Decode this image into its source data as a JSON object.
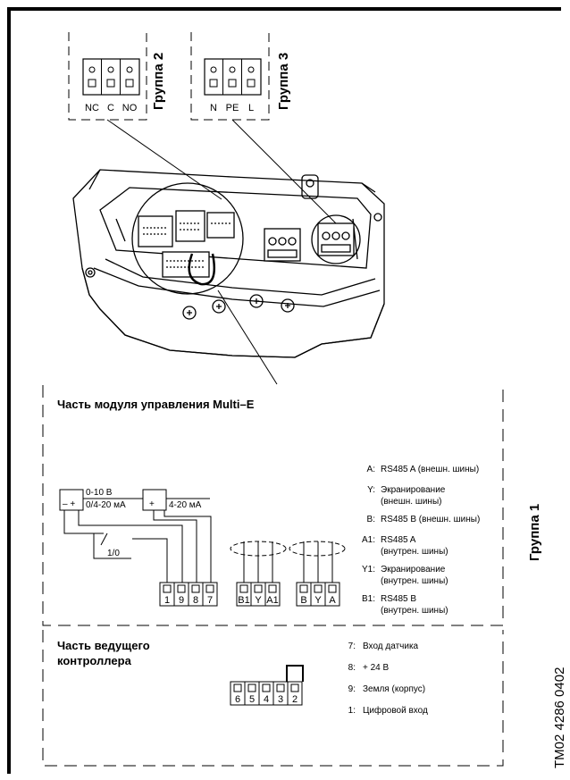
{
  "group2": {
    "label": "Группа 2",
    "terminals": [
      "NC",
      "C",
      "NO"
    ]
  },
  "group3": {
    "label": "Группа 3",
    "terminals": [
      "N",
      "PE",
      "L"
    ]
  },
  "group1": {
    "label": "Группа 1"
  },
  "multie_section": {
    "title": "Часть модуля управления Multi–E",
    "sensor_box_1": {
      "line1": "0-10 В",
      "line2": "0/4-20 мА",
      "polarity": "– +"
    },
    "sensor_box_2": {
      "line1": "4-20 мА",
      "polarity": "+"
    },
    "switch_label": "1/0",
    "terminal_block_1": [
      "1",
      "9",
      "8",
      "7"
    ],
    "terminal_block_2": [
      "B1",
      "Y",
      "A1"
    ],
    "terminal_block_3": [
      "B",
      "Y",
      "A"
    ],
    "legend": [
      {
        "key": "A:",
        "line1": "RS485 A (внешн. шины)",
        "line2": ""
      },
      {
        "key": "Y:",
        "line1": "Экранирование",
        "line2": "(внешн. шины)"
      },
      {
        "key": "B:",
        "line1": "RS485 B (внешн. шины)",
        "line2": ""
      },
      {
        "key": "A1:",
        "line1": "RS485 A",
        "line2": "(внутрен. шины)"
      },
      {
        "key": "Y1:",
        "line1": "Экранирование",
        "line2": "(внутрен. шины)"
      },
      {
        "key": "B1:",
        "line1": "RS485 B",
        "line2": "(внутрен. шины)"
      }
    ]
  },
  "master_section": {
    "title_line1": "Часть ведущего",
    "title_line2": "контроллера",
    "terminals": [
      "6",
      "5",
      "4",
      "3",
      "2"
    ],
    "legend": [
      {
        "key": "7:",
        "text": "Вход датчика"
      },
      {
        "key": "8:",
        "text": "+ 24 В"
      },
      {
        "key": "9:",
        "text": "Земля (корпус)"
      },
      {
        "key": "1:",
        "text": "Цифровой вход"
      }
    ]
  },
  "doc_code": "TM02 4286 0402"
}
